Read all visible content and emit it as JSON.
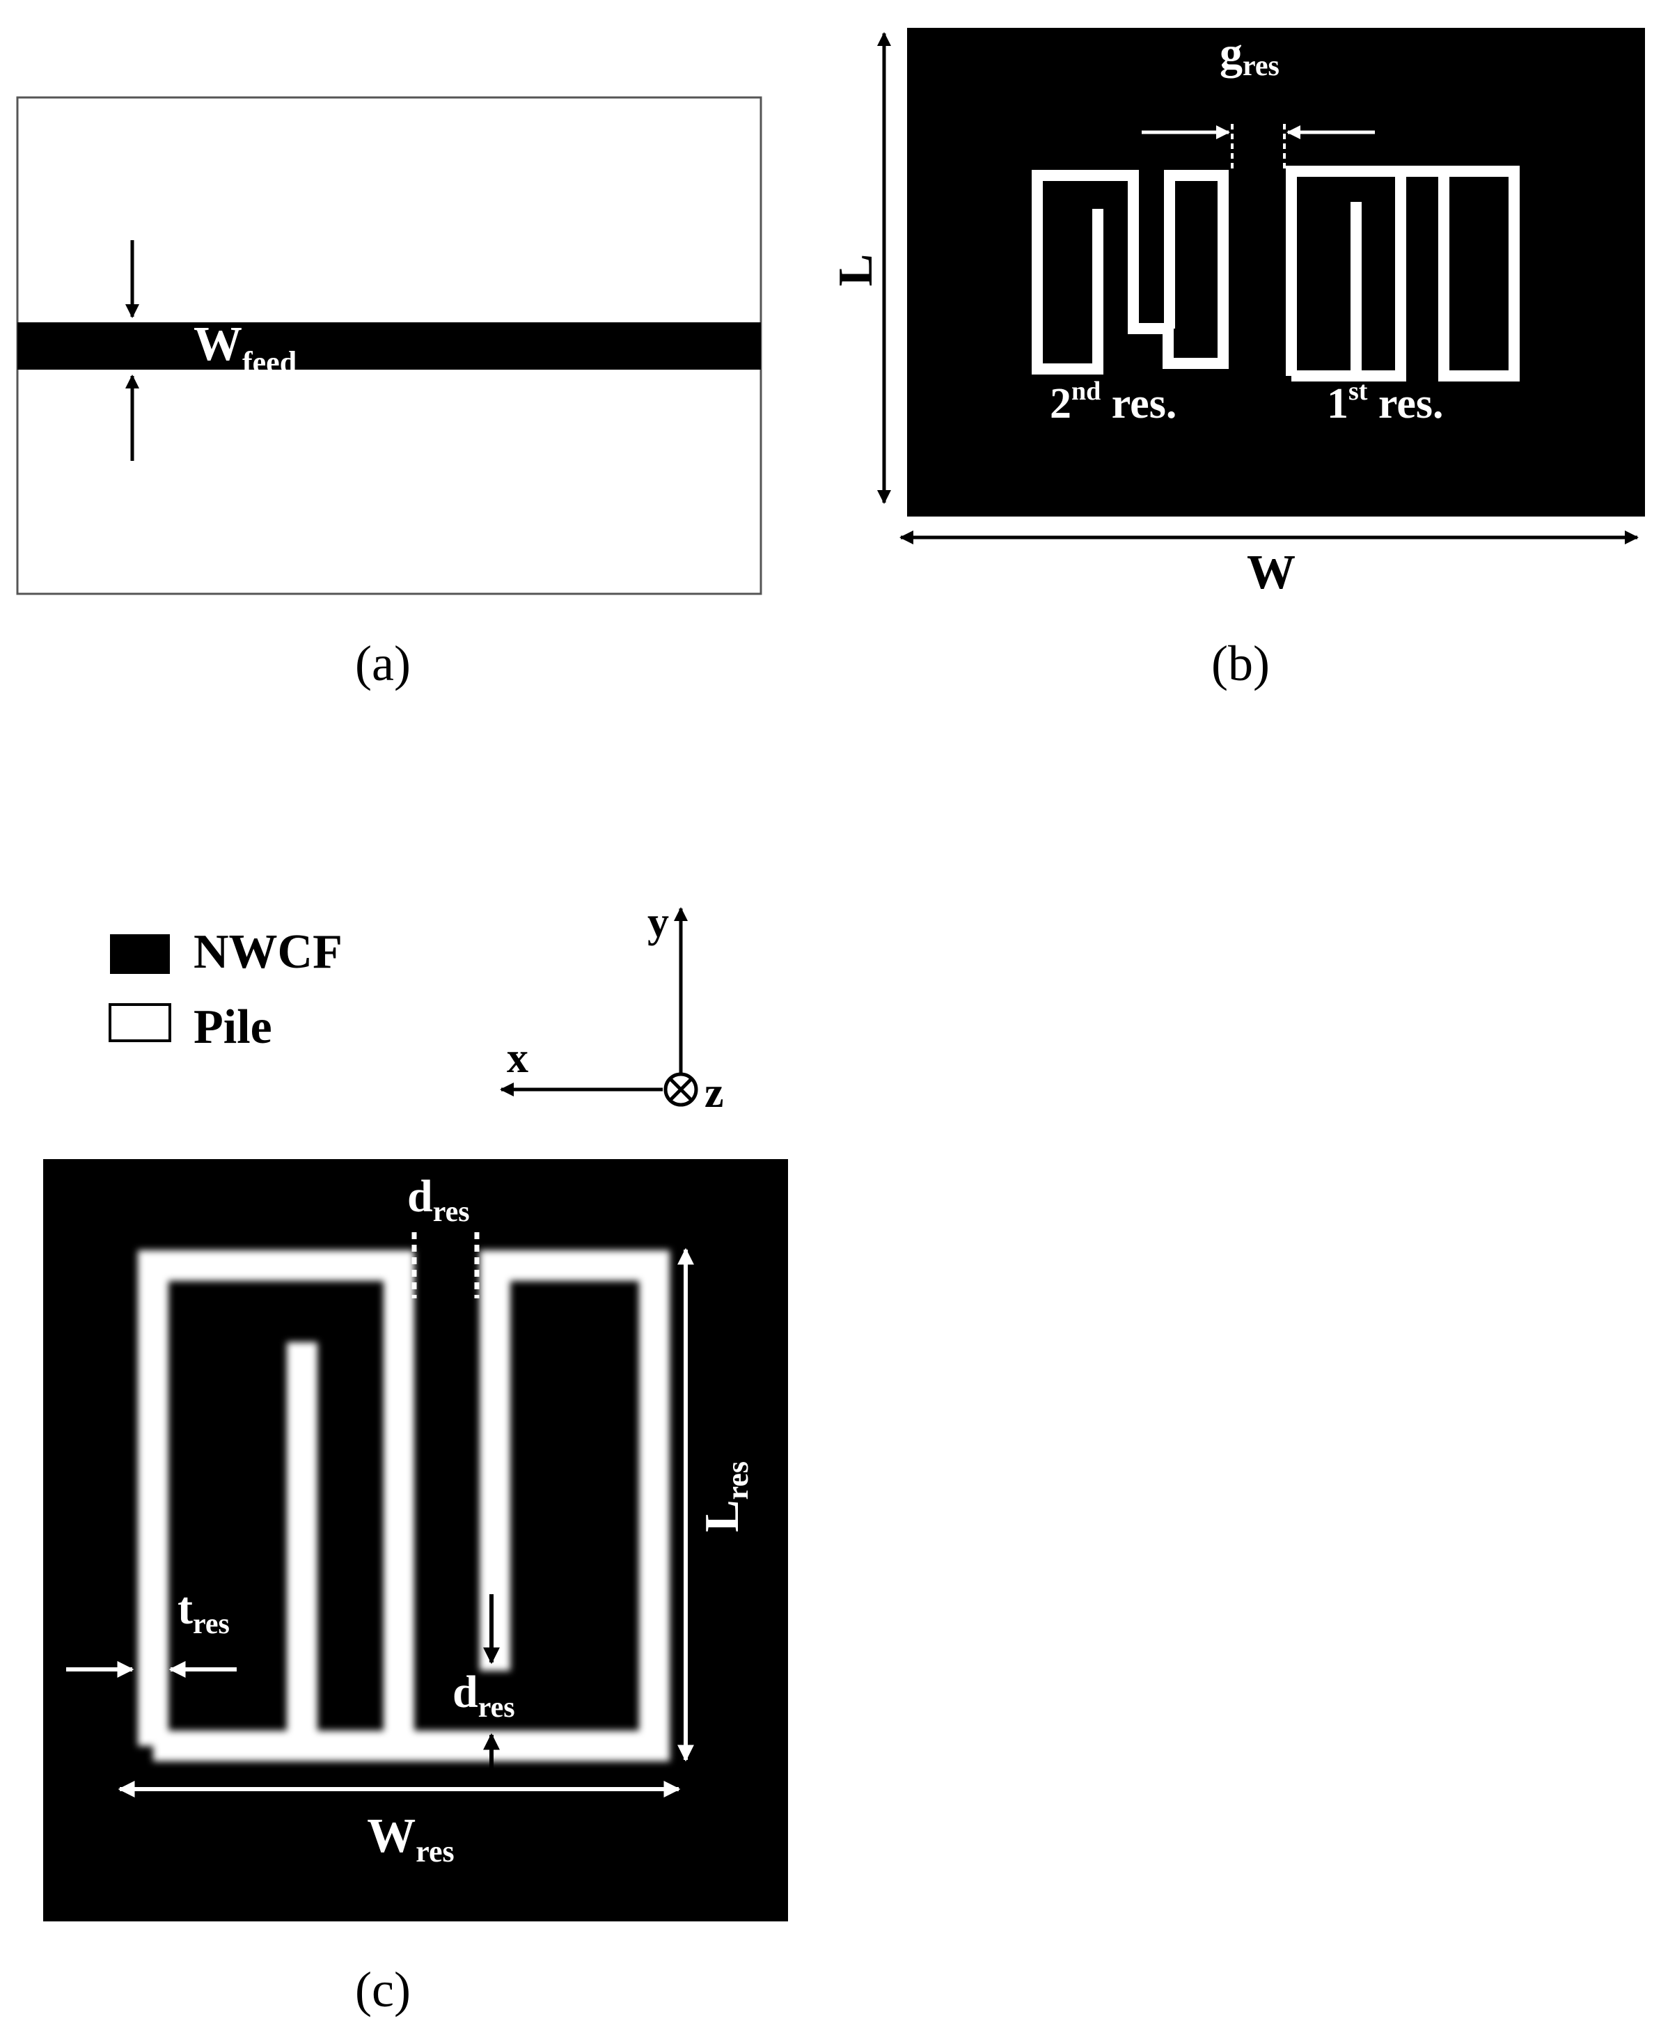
{
  "panel_a": {
    "caption": "(a)",
    "dimension_label": {
      "main": "W",
      "sub": "feed"
    }
  },
  "panel_b": {
    "caption": "(b)",
    "gap_label": {
      "main": "g",
      "sub": "res"
    },
    "length_label": "L",
    "width_label": "W",
    "resonator_2": {
      "num": "2",
      "sup": "nd",
      "text": " res."
    },
    "resonator_1": {
      "num": "1",
      "sup": "st",
      "text": " res."
    }
  },
  "panel_c": {
    "caption": "(c)",
    "legend": [
      {
        "label": "NWCF",
        "color": "#000000"
      },
      {
        "label": "Pile",
        "color": "#ffffff"
      }
    ],
    "axes": {
      "x": "x",
      "y": "y",
      "z": "z"
    },
    "labels": {
      "d_top": {
        "main": "d",
        "sub": "res"
      },
      "d_bottom": {
        "main": "d",
        "sub": "res"
      },
      "t": {
        "main": "t",
        "sub": "res"
      },
      "L": {
        "main": "L",
        "sub": "res"
      },
      "W": {
        "main": "W",
        "sub": "res"
      }
    }
  },
  "colors": {
    "nwcf": "#000000",
    "pile": "#ffffff",
    "outline": "#555555"
  }
}
